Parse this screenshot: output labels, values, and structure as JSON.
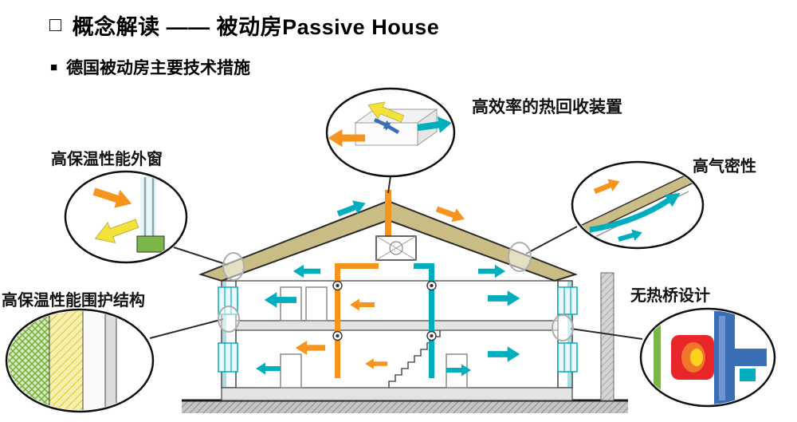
{
  "title": {
    "bullet": "□",
    "text": "概念解读 —— 被动房Passive House"
  },
  "subtitle": {
    "bullet": "■",
    "text": "德国被动房主要技术措施"
  },
  "callouts": [
    {
      "id": "heat-recovery",
      "label": "高效率的热回收装置"
    },
    {
      "id": "insulated-windows",
      "label": "高保温性能外窗"
    },
    {
      "id": "insulated-envelope",
      "label": "高保温性能围护结构"
    },
    {
      "id": "airtightness",
      "label": "高气密性"
    },
    {
      "id": "no-thermal-bridge",
      "label": "无热桥设计"
    }
  ],
  "colors": {
    "supply_air_orange": "#f7941d",
    "fresh_exhaust_teal": "#00aebd",
    "heat_reflect_yellow": "#f3e23a",
    "insulation_khaki": "#c9bd85",
    "thermal_cold_blue": "#3a6fb5",
    "thermal_hot_red": "#e8262a",
    "envelope_green": "#7ab648"
  }
}
